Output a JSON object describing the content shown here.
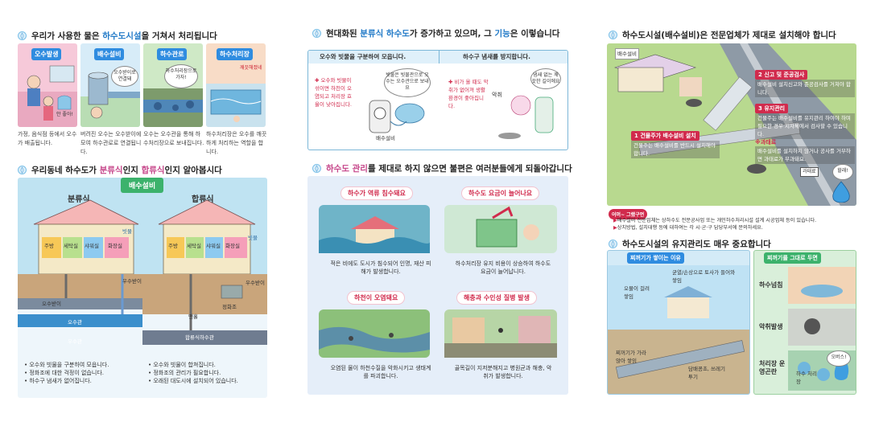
{
  "colors": {
    "accent_blue": "#2079c7",
    "accent_pink": "#c6468a",
    "card_blue_bg": "#e5eef9",
    "sky": "#7cc7e8",
    "green_tag": "#3cb26c"
  },
  "panel1": {
    "h1": {
      "pre": "우리가 사용한 물은 ",
      "hl": "하수도시설",
      "post": "을 거쳐서 처리됩니다"
    },
    "steps": [
      {
        "tag": "오수발생",
        "caption": "가정, 음식점 등에서 오수가 배출됩니다."
      },
      {
        "tag": "배수설비",
        "caption": "버려진 오수는 오수받이에 모여 하수관로로 연결됩니다.",
        "speech": "오수받이로 연결돼"
      },
      {
        "tag": "하수관로",
        "caption": "오수는 오수관을 통해 하수처리장으로 보내집니다.",
        "speech": "하수처리장으로 가자!"
      },
      {
        "tag": "하수처리장",
        "caption": "하수처리장은 오수를 깨끗하게 처리하는 역할을 합니다.",
        "speech": "깨끗해졌네"
      }
    ],
    "step1_speech": "안 좋아!",
    "h2": {
      "pre": "우리동네 하수도가 ",
      "hl1": "분류식",
      "mid": "인지 ",
      "hl2": "합류식",
      "post": "인지 알아봅시다"
    },
    "banner": "배수설비",
    "left": {
      "title": "분류식",
      "rooms": [
        "주방",
        "세탁실",
        "샤워실",
        "화장실"
      ],
      "labels": [
        "빗물",
        "우수받이",
        "오수받이",
        "오수관",
        "우수관"
      ],
      "bullets": [
        "오수와 빗물을 구분하여 모읍니다.",
        "정화조에 대한 걱정이 없습니다.",
        "하수구 냄새가 없어집니다."
      ]
    },
    "right": {
      "title": "합류식",
      "rooms": [
        "주방",
        "세탁실",
        "샤워실",
        "화장실"
      ],
      "labels": [
        "빗물",
        "우수받이",
        "맨홀",
        "정화조",
        "합류식하수관"
      ],
      "bullets": [
        "오수와 빗물이 합쳐집니다.",
        "정화조의 관리가 필요합니다.",
        "오래된 대도시에 설치되어 있습니다."
      ]
    }
  },
  "panel2": {
    "h1": {
      "pre": "현대화된 ",
      "hl1": "분류식 하수도",
      "mid": "가 증가하고 있으며, 그 ",
      "hl2": "기능",
      "post": "은 이렇습니다"
    },
    "f1": {
      "tag": "오수와 빗물을 구분하여 모읍니다.",
      "text": "오수와 빗물이 섞이면 하천이 오염되고 처리장 효율이 낮아집니다.",
      "speech": "빗물은 빗물관으로 오수는 오수관으로 보내요",
      "label": "배수설비"
    },
    "f2": {
      "tag": "하수구 냄새를 방지합니다.",
      "text": "비가 올 때도 악취가 없어져 생활환경이 좋아집니다.",
      "speech": "냄새 없는 깨끗한 길이에요",
      "label": "악취"
    },
    "h2": {
      "pre": "",
      "hl": "하수도 관리",
      "post": "를 제대로 하지 않으면 불편은 여러분들에게 되돌아갑니다"
    },
    "cards": [
      {
        "tag": "하수가 역류 침수돼요",
        "text": "적은 비에도 도시가 침수되어 인명, 재산 피해가 발생합니다."
      },
      {
        "tag": "하수도 요금이 늘어나요",
        "text": "하수처리장 유지 비용이 상승하여 하수도 요금이 늘어납니다."
      },
      {
        "tag": "하천이 오염돼요",
        "text": "오염된 물이 하천수질을 악화시키고 생태계를 파괴합니다."
      },
      {
        "tag": "해충과 수인성 질병 발생",
        "text": "골목길이 지저분해지고 병원균과 해충, 악취가 발생합니다."
      }
    ]
  },
  "panel3": {
    "h1": {
      "text": "하수도시설(배수설비)은 전문업체가 제대로 설치해야 합니다"
    },
    "shop_sign": "배수설비",
    "steps": [
      {
        "num": "1",
        "title": "건물주가 배수설비 설치",
        "text": "건물주는 배수설비를 반드시 설치해야 합니다."
      },
      {
        "num": "2",
        "title": "신고 및 준공검사",
        "text": "배수설비 설치신고와 준공검사를 거쳐야 합니다."
      },
      {
        "num": "3",
        "title": "유지관리",
        "text": "건물주는 배수설비를 유지관리 하여야 하며 필요한 경우 지자체에서 검사할 수 있습니다."
      },
      {
        "num": "※",
        "title": "과태료",
        "text": "배수설비를 설치하지 않거나 공사를 거부하면 과태료가 부과돼요."
      }
    ],
    "fine_tag": "과태료",
    "speech": "할래!",
    "note_tag": "어머~ 그랬구먼",
    "notes": [
      "배수설비 전문업체는 상하수도 전문공사업 또는 개인하수처리시설 설계 시공업체 등이 있습니다.",
      "상치방법, 설치대행 등에 대하여는 각 시·군·구 담당부서에 문의하세요."
    ],
    "h2": {
      "text": "하수도시설의 유지관리도 매우 중요합니다"
    },
    "left_head": "찌꺼기가 쌓이는 이유",
    "left_labels": [
      "오물이 걸려 쌓임",
      "균열/손상으로 토사가 들어와 쌓임",
      "찌꺼기가 가라앉아 쌓임",
      "담배꽁초, 쓰레기 투기"
    ],
    "right_head": "찌꺼기를 그대로 두면",
    "right_items": [
      "하수넘침",
      "악취발생",
      "처리장 운영곤란"
    ],
    "right_speech": "오버스!",
    "right_label": "하수 처리장"
  }
}
